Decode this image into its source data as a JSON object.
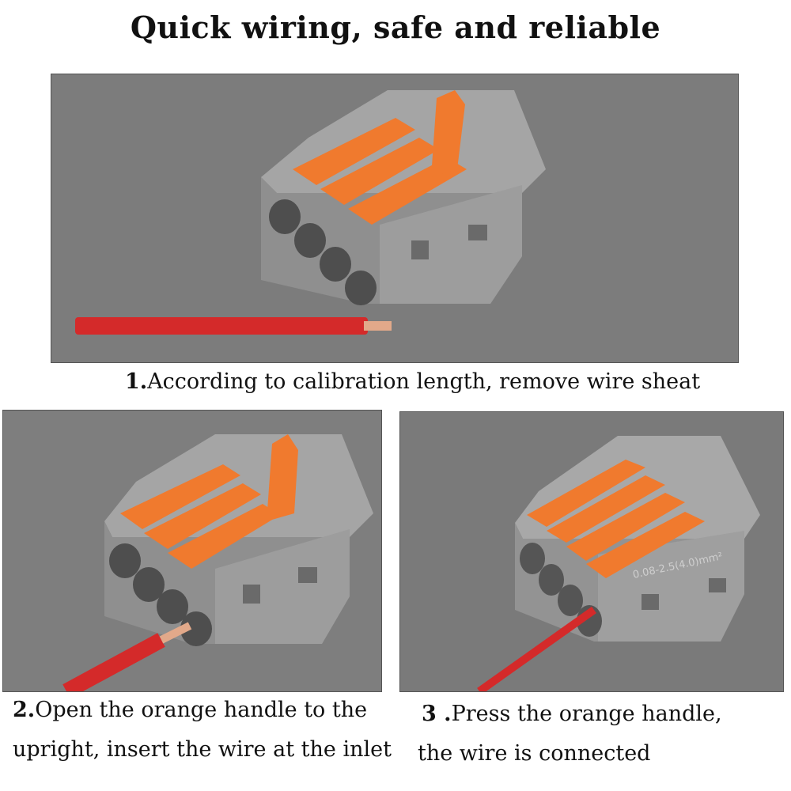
{
  "title": "Quick wiring, safe and reliable",
  "steps": [
    {
      "num": "1.",
      "line1": "According to calibration length, remove wire sheat"
    },
    {
      "num": "2.",
      "line1": "Open the orange handle to the",
      "line2": "upright, insert the wire at the inlet"
    },
    {
      "num": "3 .",
      "line1": "Press the orange handle,",
      "line2": "the wire is connected"
    }
  ],
  "connector_marking": "0.08-2.5(4.0)mm²",
  "colors": {
    "housing": "#9a9a9a",
    "lever": "#f07a2e",
    "wire": "#d42a2a",
    "copper": "#e2a98a",
    "background": "#7e7e7e"
  }
}
